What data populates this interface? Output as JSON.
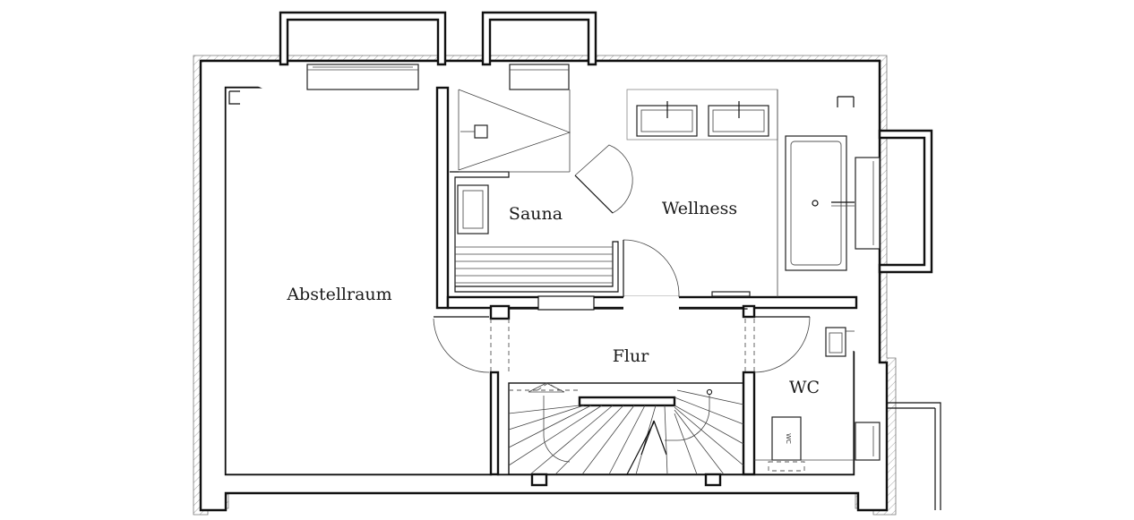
{
  "rooms": {
    "abstellraum": "Abstellraum",
    "sauna": "Sauna",
    "wellness": "Wellness",
    "flur": "Flur",
    "wc": "WC"
  },
  "fixtures": {
    "toilet_tag": "WC"
  },
  "colors": {
    "line": "#111111",
    "hatch": "#9a9a9a",
    "background": "#ffffff"
  }
}
